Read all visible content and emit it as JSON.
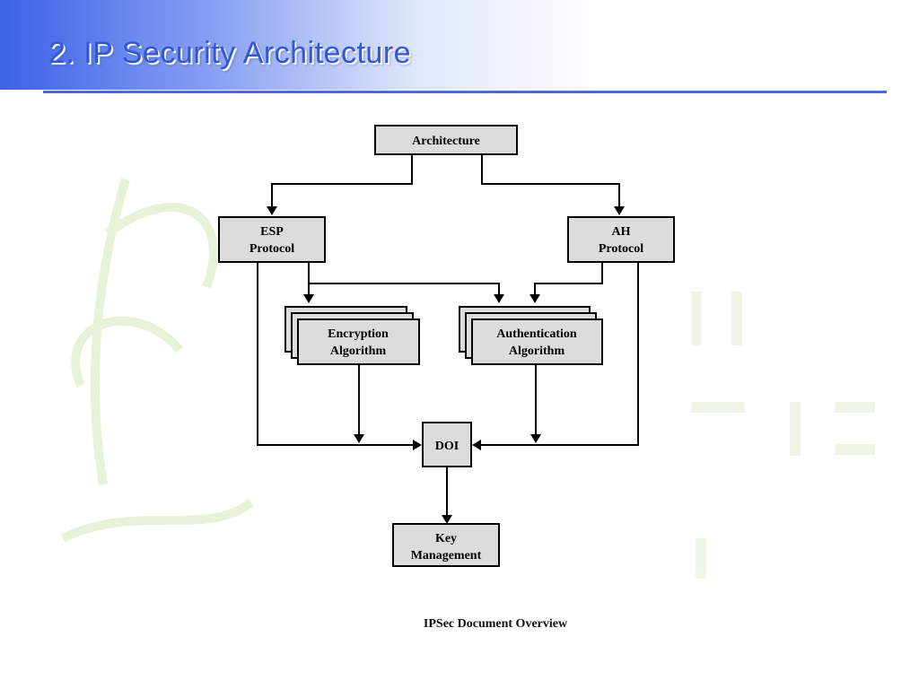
{
  "slide": {
    "title": "2. IP Security Architecture"
  },
  "diagram": {
    "nodes": {
      "architecture": [
        "Architecture"
      ],
      "esp": [
        "ESP",
        "Protocol"
      ],
      "ah": [
        "AH",
        "Protocol"
      ],
      "encryption": [
        "Encryption",
        "Algorithm"
      ],
      "authentication": [
        "Authentication",
        "Algorithm"
      ],
      "doi": [
        "DOI"
      ],
      "key_management": [
        "Key",
        "Management"
      ]
    },
    "caption": "IPSec Document Overview"
  },
  "colors": {
    "title": "#3057d8",
    "band_start": "#3b62e8",
    "rule": "#4a6ae0",
    "box_fill": "#dcdcdc",
    "watermark": "#e6f2d4"
  }
}
